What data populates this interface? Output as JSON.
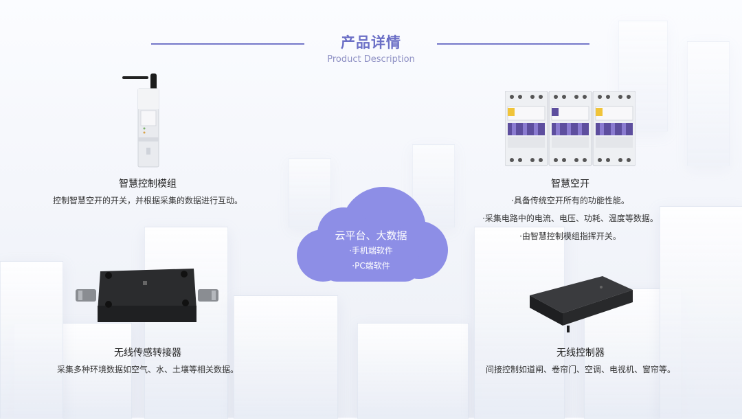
{
  "header": {
    "title": "产品详情",
    "subtitle": "Product Description"
  },
  "cloud": {
    "title": "云平台、大数据",
    "items": [
      "·手机端软件",
      "·PC端软件"
    ],
    "color": "#8d8ee6"
  },
  "products": {
    "control_module": {
      "name": "智慧控制模组",
      "desc": "控制智慧空开的开关，并根据采集的数据进行互动。"
    },
    "smart_breaker": {
      "name": "智慧空开",
      "bullets": [
        "·具备传统空开所有的功能性能。",
        "·采集电路中的电流、电压、功耗、温度等数据。",
        "·由智慧控制模组指挥开关。"
      ]
    },
    "sensor_adapter": {
      "name": "无线传感转接器",
      "desc": "采集多种环境数据如空气、水、土壤等相关数据。"
    },
    "wireless_controller": {
      "name": "无线控制器",
      "desc": "间接控制如道闸、卷帘门、空调、电视机、窗帘等。"
    }
  },
  "colors": {
    "accent": "#7477c9",
    "title": "#6b6fc6"
  }
}
